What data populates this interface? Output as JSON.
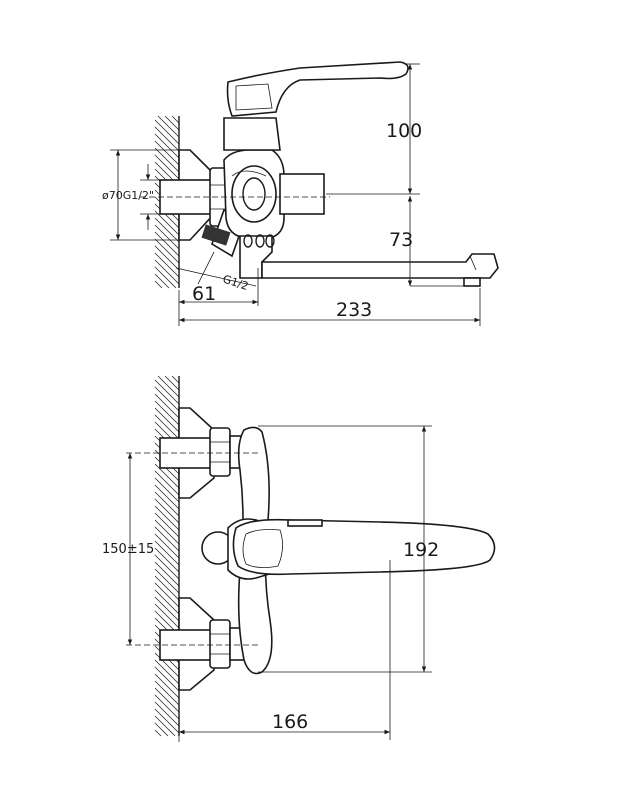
{
  "side_view": {
    "dim_handle_height": "100",
    "dim_spout_height": "73",
    "dim_wall_offset": "61",
    "dim_spout_reach": "233",
    "label_flange_thread": "ø70G1/2\"",
    "label_inlet_thread": "G1/2"
  },
  "front_view": {
    "dim_center_distance": "150±15",
    "dim_total_height": "192",
    "dim_depth": "166"
  }
}
